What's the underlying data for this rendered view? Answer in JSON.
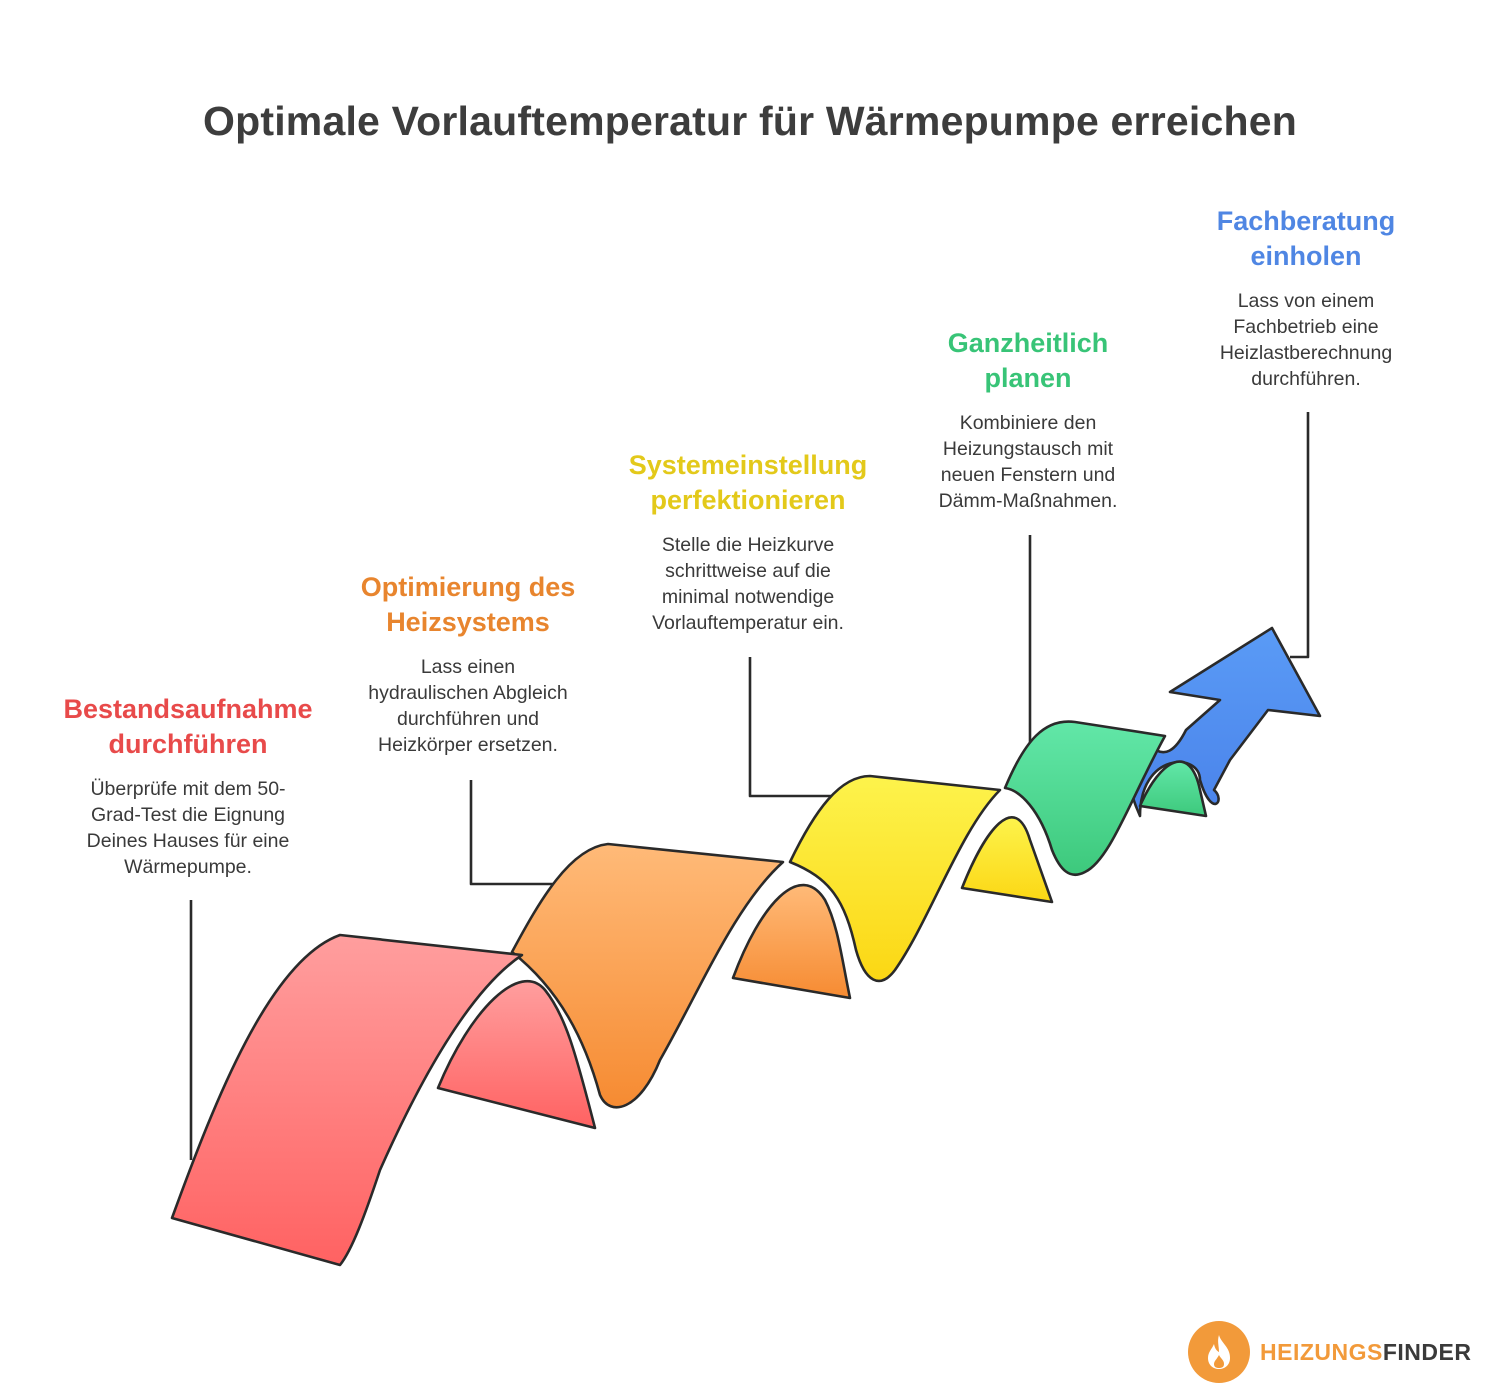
{
  "title": "Optimale Vorlauftemperatur für Wärmepumpe erreichen",
  "colors": {
    "step1": "#e84a4a",
    "step2": "#e8852e",
    "step3": "#e3c91a",
    "step4": "#38c477",
    "step5": "#4f86e3",
    "title": "#3d3d3d",
    "logo_orange": "#f29a3a",
    "logo_dark": "#3a3a3a"
  },
  "steps": [
    {
      "title_lines": [
        "Bestandsaufnahme",
        "durchführen"
      ],
      "desc_lines": [
        "Überprüfe mit dem 50-",
        "Grad-Test die Eignung",
        "Deines Hauses für eine",
        "Wärmepumpe."
      ]
    },
    {
      "title_lines": [
        "Optimierung des",
        "Heizsystems"
      ],
      "desc_lines": [
        "Lass einen",
        "hydraulischen Abgleich",
        "durchführen und",
        "Heizkörper ersetzen."
      ]
    },
    {
      "title_lines": [
        "Systemeinstellung",
        "perfektionieren"
      ],
      "desc_lines": [
        "Stelle die Heizkurve",
        "schrittweise auf die",
        "minimal notwendige",
        "Vorlauftemperatur ein."
      ]
    },
    {
      "title_lines": [
        "Ganzheitlich",
        "planen"
      ],
      "desc_lines": [
        "Kombiniere den",
        "Heizungstausch mit",
        "neuen Fenstern und",
        "Dämm-Maßnahmen."
      ]
    },
    {
      "title_lines": [
        "Fachberatung",
        "einholen"
      ],
      "desc_lines": [
        "Lass von einem",
        "Fachbetrieb eine",
        "Heizlastberechnung",
        "durchführen."
      ]
    }
  ],
  "logo": {
    "icon": "flame-icon",
    "text_part1": "HEIZUNGS",
    "text_part2": "FINDER"
  }
}
